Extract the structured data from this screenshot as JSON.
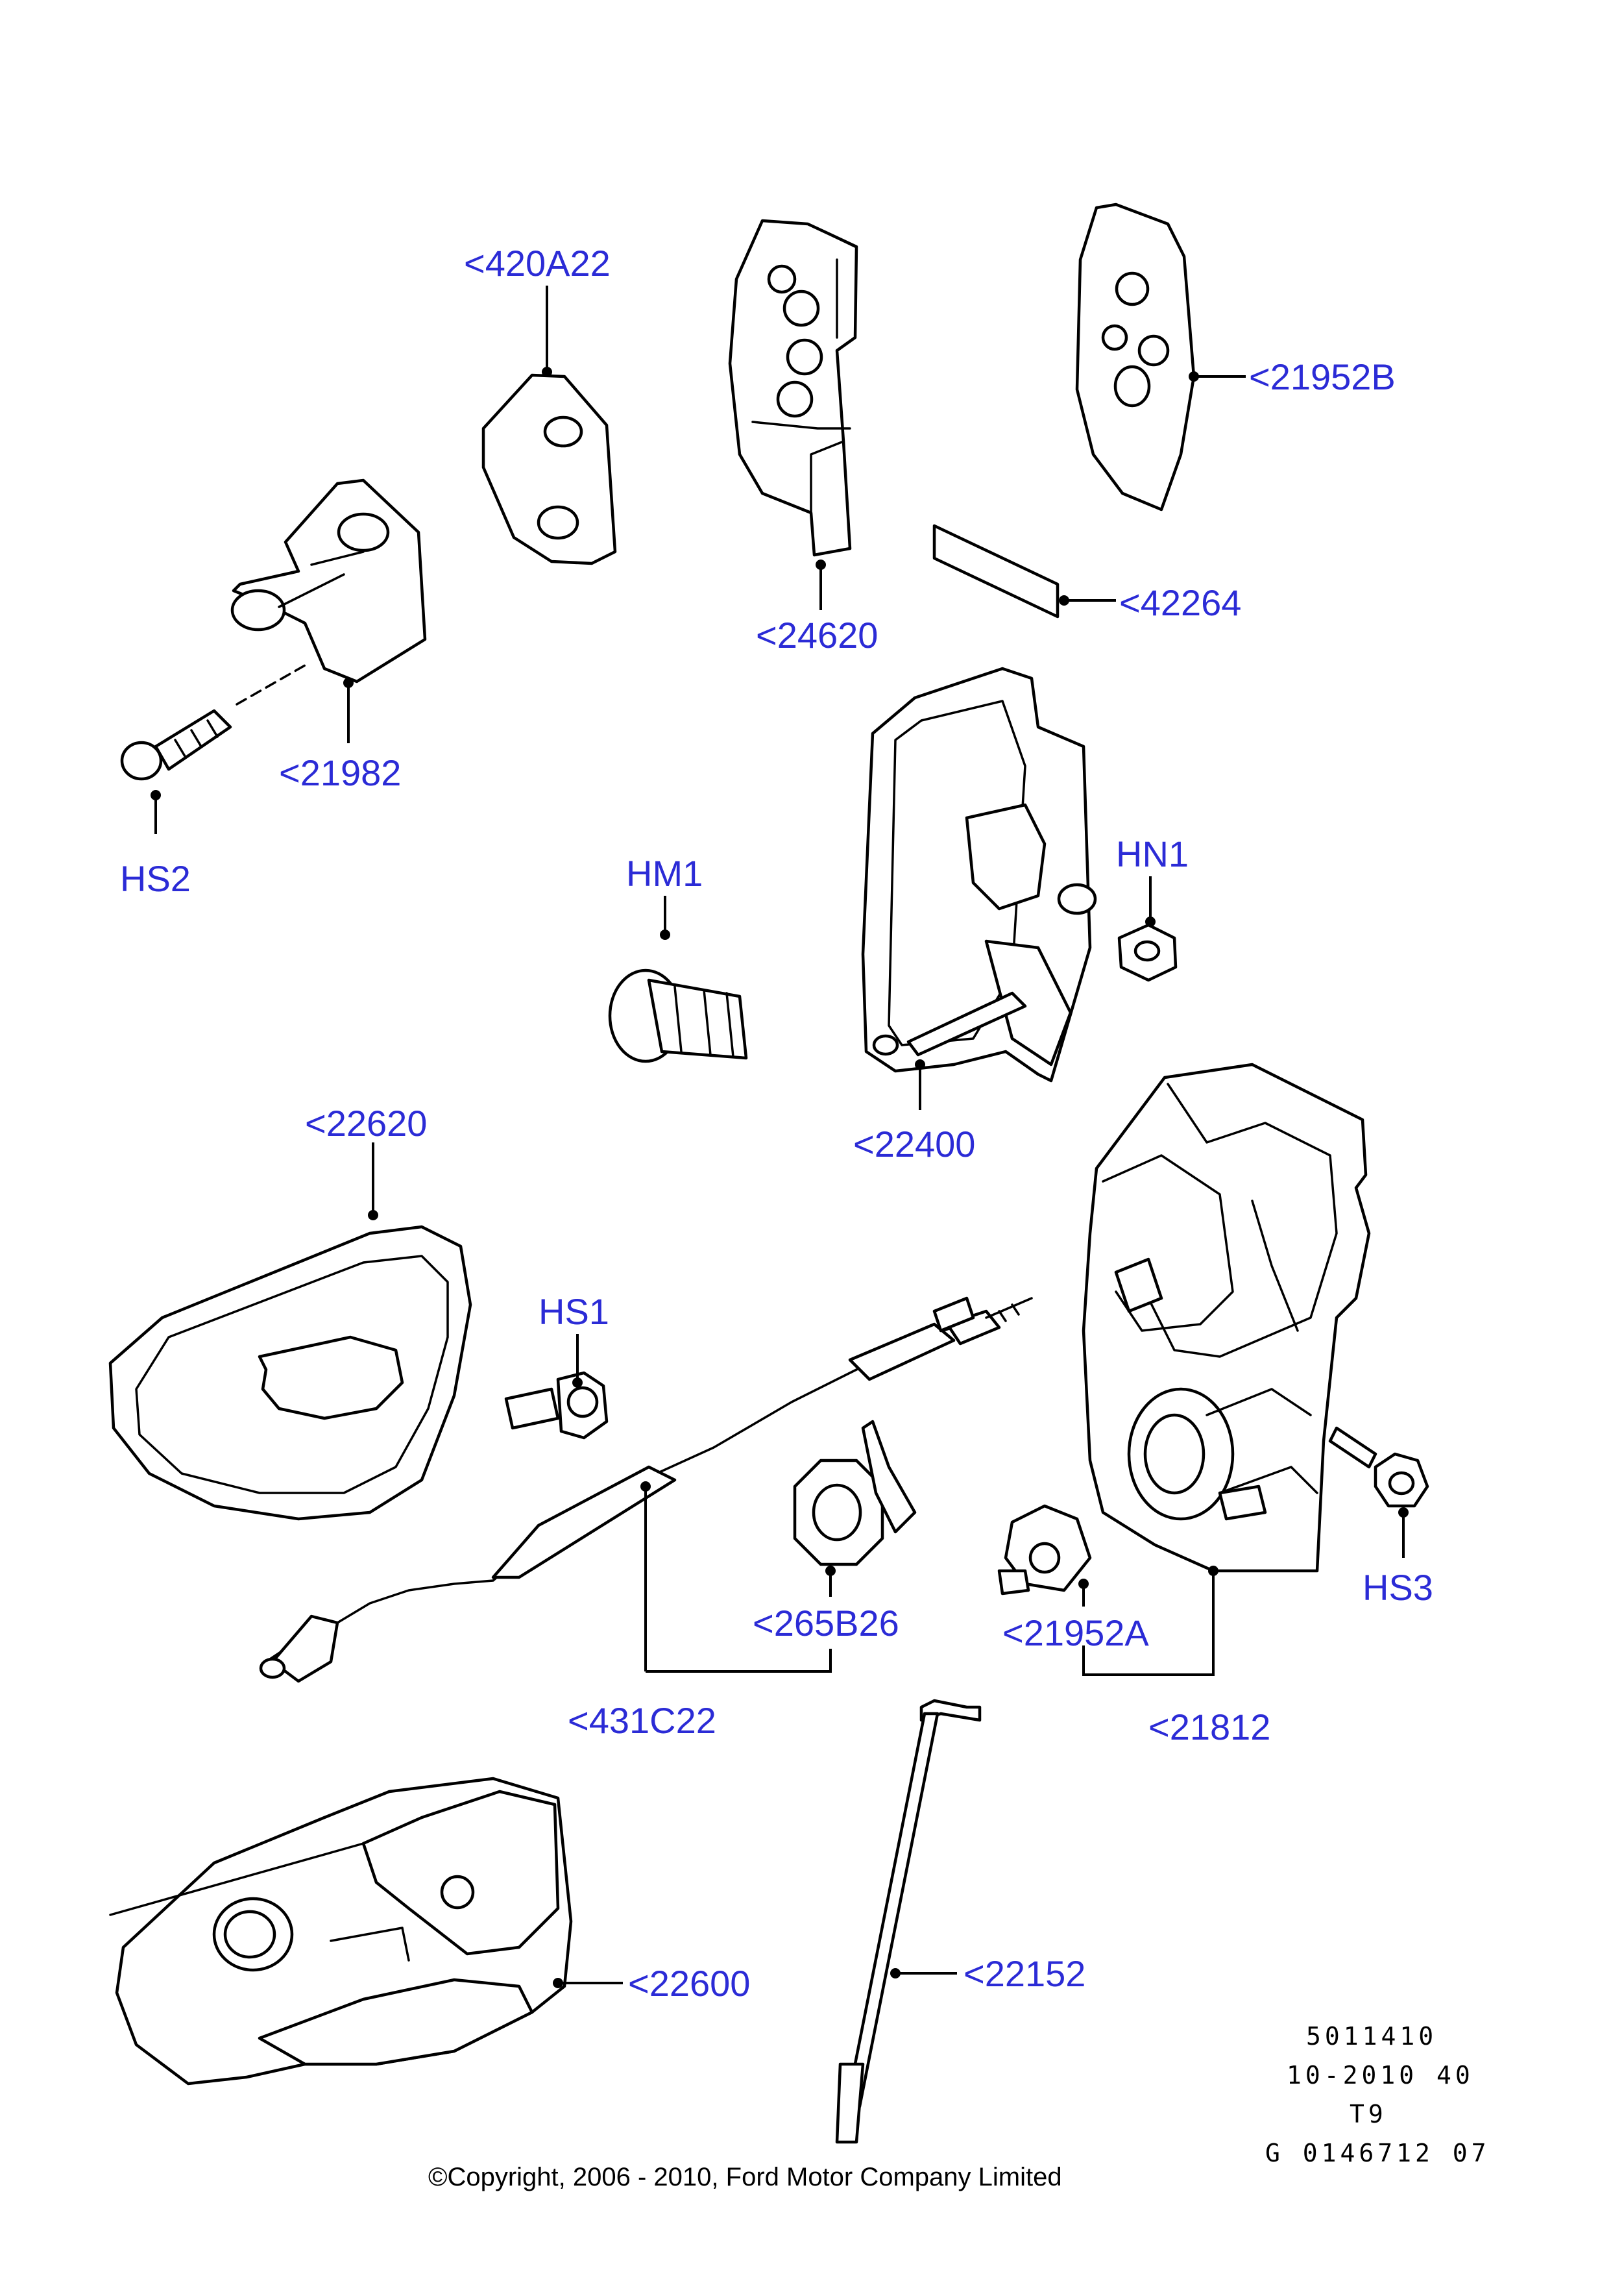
{
  "callouts": {
    "c420A22": "<420A22",
    "c21952B": "<21952B",
    "c42264": "<42264",
    "c24620": "<24620",
    "c21982": "<21982",
    "hs2": "HS2",
    "hm1": "HM1",
    "hn1": "HN1",
    "c22400": "<22400",
    "c22620": "<22620",
    "hs1": "HS1",
    "c265B26": "<265B26",
    "c431C22": "<431C22",
    "c21952A": "<21952A",
    "hs3": "HS3",
    "c21812": "<21812",
    "c22600": "<22600",
    "c22152": "<22152"
  },
  "meta": {
    "line1": "5011410",
    "line2": "10-2010 40",
    "line3": "T9",
    "line4": "G 0146712 07"
  },
  "copyright": "©Copyright, 2006 - 2010, Ford Motor Company Limited",
  "colors": {
    "callout": "#2b2bd6",
    "line": "#000000",
    "background": "#ffffff"
  }
}
